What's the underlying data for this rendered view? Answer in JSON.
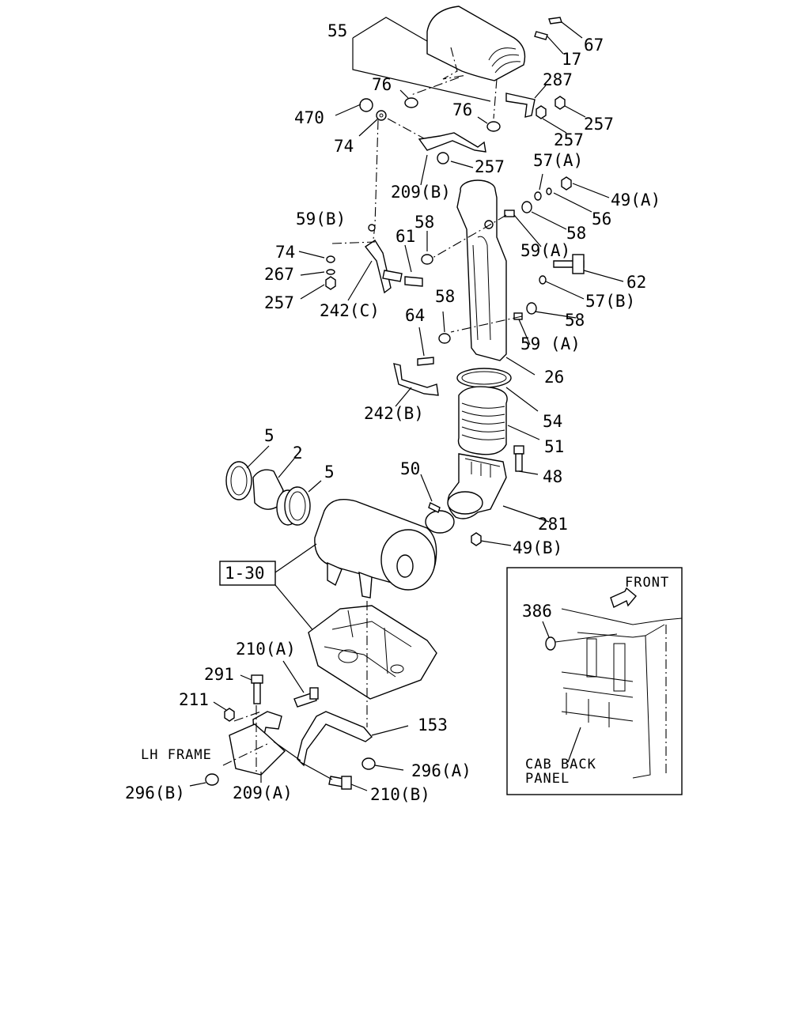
{
  "callouts": {
    "c55": "55",
    "c67": "67",
    "c17": "17",
    "c76a": "76",
    "c76b": "76",
    "c287": "287",
    "c470": "470",
    "c74a": "74",
    "c257a": "257",
    "c257b": "257",
    "c257c": "257",
    "c209b": "209(B)",
    "c57a": "57(A)",
    "c49a": "49(A)",
    "c56": "56",
    "c59b": "59(B)",
    "c58a": "58",
    "c61": "61",
    "c58b": "58",
    "c59a1": "59(A)",
    "c74b": "74",
    "c267": "267",
    "c257d": "257",
    "c242c": "242(C)",
    "c62": "62",
    "c57b": "57(B)",
    "c58c": "58",
    "c58d": "58",
    "c64": "64",
    "c59a2": "59 (A)",
    "c26": "26",
    "c242b": "242(B)",
    "c54": "54",
    "c51": "51",
    "c5a": "5",
    "c2": "2",
    "c5b": "5",
    "c50": "50",
    "c48": "48",
    "c281": "281",
    "c49b": "49(B)",
    "c130": "1-30",
    "c210a": "210(A)",
    "c291": "291",
    "c211": "211",
    "c153": "153",
    "c296a": "296(A)",
    "c296b": "296(B)",
    "c209a": "209(A)",
    "c210b": "210(B)",
    "lh_frame": "LH FRAME"
  },
  "inset": {
    "front": "FRONT",
    "c386": "386",
    "cab_back_line1": "CAB BACK",
    "cab_back_line2": "PANEL"
  }
}
